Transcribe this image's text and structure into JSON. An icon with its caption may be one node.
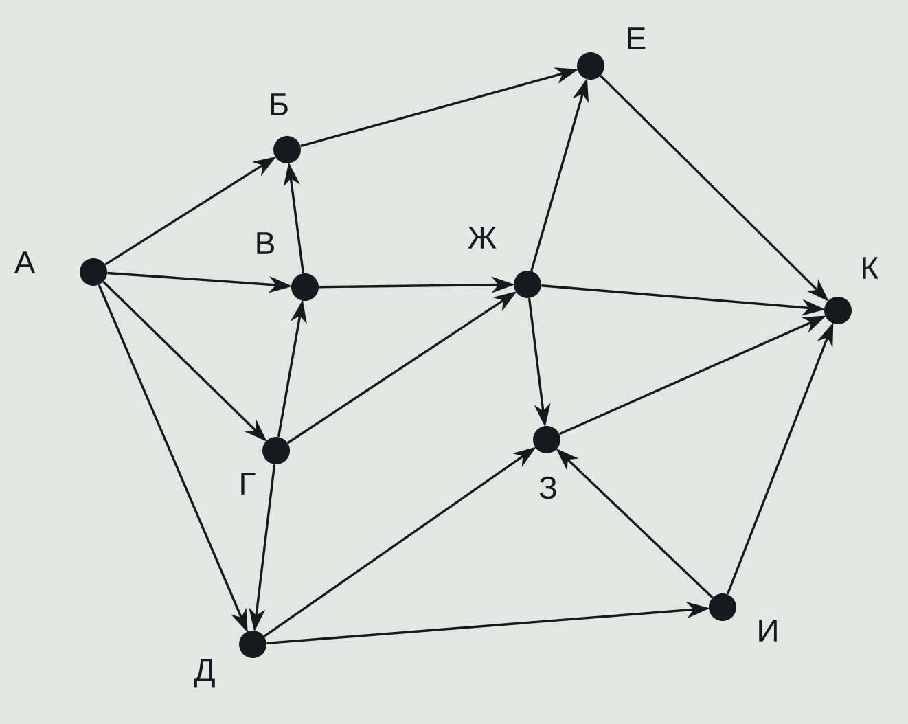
{
  "diagram": {
    "nodes": [
      {
        "text": [
          "А"
        ]
      },
      {
        "text": [
          "Б"
        ]
      },
      {
        "text": [
          "В"
        ]
      },
      {
        "text": [
          "Г"
        ]
      },
      {
        "text": [
          "Д"
        ]
      },
      {
        "text": [
          "Е"
        ]
      },
      {
        "text": [
          "Ж"
        ]
      },
      {
        "text": [
          "З"
        ]
      },
      {
        "text": [
          "И"
        ]
      },
      {
        "text": [
          "К"
        ]
      }
    ],
    "edges": [
      {
        "from": 0,
        "to": 1,
        "arrow": "to"
      },
      {
        "from": 0,
        "to": 2,
        "arrow": "to"
      },
      {
        "from": 0,
        "to": 3,
        "arrow": "to"
      },
      {
        "from": 0,
        "to": 4,
        "arrow": "to"
      },
      {
        "from": 1,
        "to": 5,
        "arrow": "to"
      },
      {
        "from": 2,
        "to": 1,
        "arrow": "to"
      },
      {
        "from": 2,
        "to": 6,
        "arrow": "to"
      },
      {
        "from": 3,
        "to": 2,
        "arrow": "to"
      },
      {
        "from": 3,
        "to": 6,
        "arrow": "to"
      },
      {
        "from": 3,
        "to": 4,
        "arrow": "to"
      },
      {
        "from": 4,
        "to": 7,
        "arrow": "to"
      },
      {
        "from": 4,
        "to": 8,
        "arrow": "to"
      },
      {
        "from": 5,
        "to": 9,
        "arrow": "to"
      },
      {
        "from": 6,
        "to": 5,
        "arrow": "to"
      },
      {
        "from": 6,
        "to": 9,
        "arrow": "to"
      },
      {
        "from": 6,
        "to": 7,
        "arrow": "to"
      },
      {
        "from": 7,
        "to": 9,
        "arrow": "to"
      },
      {
        "from": 8,
        "to": 7,
        "arrow": "to"
      },
      {
        "from": 8,
        "to": 9,
        "arrow": "to"
      }
    ]
  }
}
